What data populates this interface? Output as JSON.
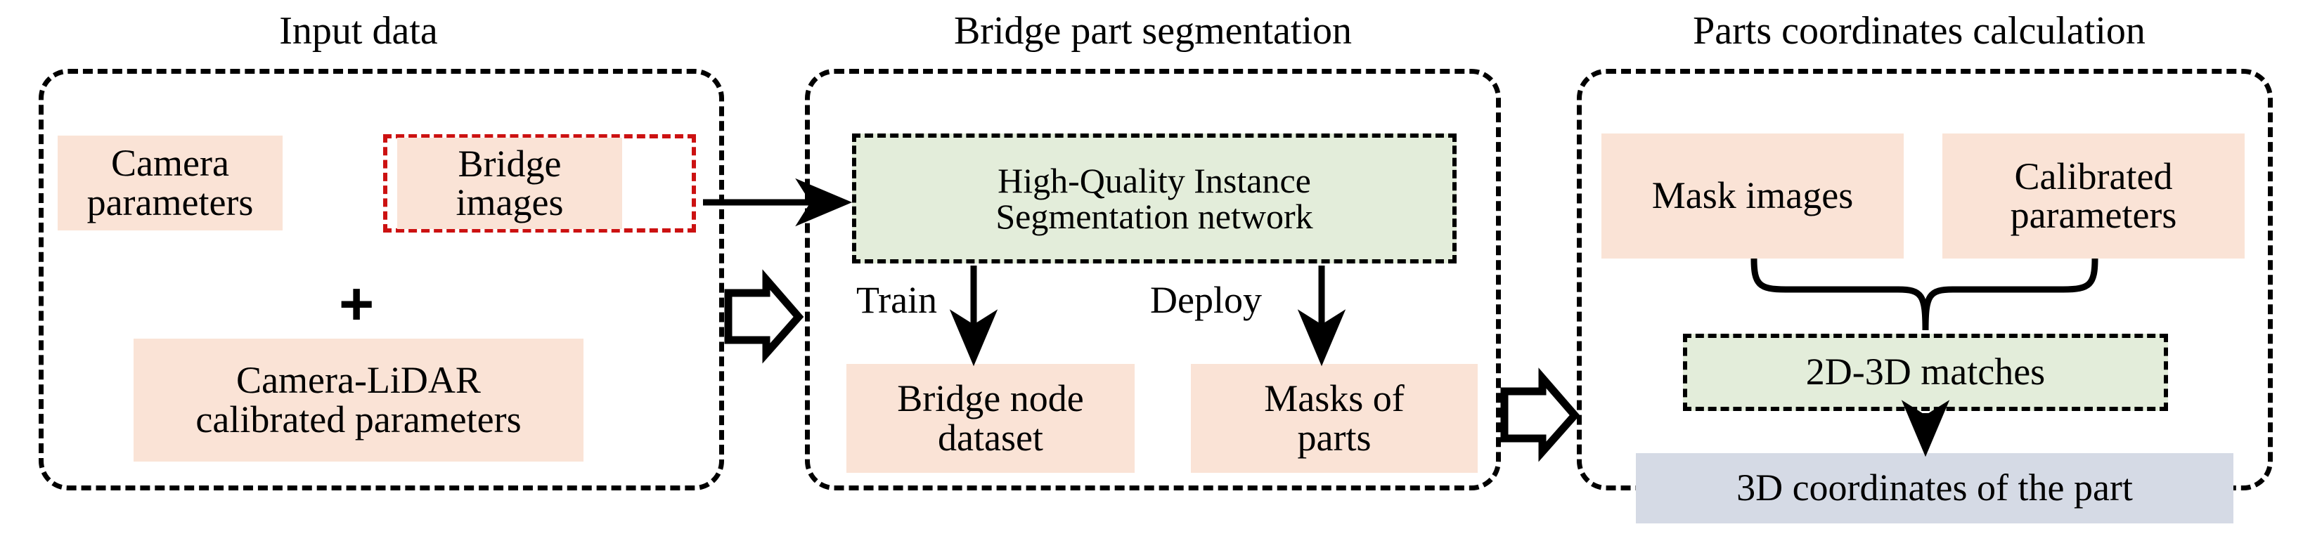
{
  "figure": {
    "type": "flowchart",
    "background": "#ffffff",
    "colors": {
      "peach_box": "#fae3d6",
      "green_box": "#e3edda",
      "bluegray_box": "#d5dae5",
      "panel_border": "#000000",
      "highlight_border": "#cc1111",
      "arrow": "#000000"
    }
  },
  "panels": [
    {
      "id": "input-data",
      "title": "Input data",
      "boxes": [
        {
          "id": "camera-parameters",
          "label": "Camera\nparameters",
          "style": "peach"
        },
        {
          "id": "bridge-images",
          "label": "Bridge\nimages",
          "style": "peach",
          "highlighted": true
        },
        {
          "id": "camera-lidar-calibrated-parameters",
          "label": "Camera-LiDAR\ncalibrated parameters",
          "style": "peach"
        }
      ],
      "operators": [
        {
          "id": "plus",
          "symbol": "+"
        }
      ]
    },
    {
      "id": "bridge-part-segmentation",
      "title": "Bridge part segmentation",
      "boxes": [
        {
          "id": "hq-instance-segmentation-network",
          "label": "High-Quality Instance\nSegmentation network",
          "style": "green",
          "border": "dashed"
        },
        {
          "id": "bridge-node-dataset",
          "label": "Bridge node\ndataset",
          "style": "peach"
        },
        {
          "id": "masks-of-parts",
          "label": "Masks of\nparts",
          "style": "peach"
        }
      ],
      "edge_labels": [
        {
          "id": "train",
          "label": "Train"
        },
        {
          "id": "deploy",
          "label": "Deploy"
        }
      ]
    },
    {
      "id": "parts-coordinates-calculation",
      "title": "Parts coordinates calculation",
      "boxes": [
        {
          "id": "mask-images",
          "label": "Mask images",
          "style": "peach"
        },
        {
          "id": "calibrated-parameters",
          "label": "Calibrated\nparameters",
          "style": "peach"
        },
        {
          "id": "2d-3d-matches",
          "label": "2D-3D matches",
          "style": "green",
          "border": "dashed"
        },
        {
          "id": "3d-coordinates-of-the-part",
          "label": "3D coordinates of the part",
          "style": "bluegray"
        }
      ]
    }
  ],
  "texts": {
    "title_input": "Input data",
    "title_segmentation": "Bridge part segmentation",
    "title_coordinates": "Parts coordinates calculation",
    "camera_parameters_l1": "Camera",
    "camera_parameters_l2": "parameters",
    "bridge_images_l1": "Bridge",
    "bridge_images_l2": "images",
    "camera_lidar_l1": "Camera-LiDAR",
    "camera_lidar_l2": "calibrated parameters",
    "plus": "+",
    "network_l1": "High-Quality Instance",
    "network_l2": "Segmentation network",
    "train": "Train",
    "deploy": "Deploy",
    "bridge_node_l1": "Bridge node",
    "bridge_node_l2": "dataset",
    "masks_l1": "Masks of",
    "masks_l2": "parts",
    "mask_images": "Mask images",
    "calibrated_l1": "Calibrated",
    "calibrated_l2": "parameters",
    "matches": "2D-3D matches",
    "coords3d": "3D coordinates of the part"
  },
  "connectors": [
    {
      "id": "bridge-images-to-network",
      "kind": "arrow-right"
    },
    {
      "id": "input-to-segmentation",
      "kind": "block-arrow-right"
    },
    {
      "id": "network-to-bridge-node-dataset",
      "kind": "arrow-down",
      "label": "Train"
    },
    {
      "id": "network-to-masks-of-parts",
      "kind": "arrow-down",
      "label": "Deploy"
    },
    {
      "id": "segmentation-to-coordinates",
      "kind": "block-arrow-right"
    },
    {
      "id": "inputs-to-matches",
      "kind": "brace-down"
    },
    {
      "id": "matches-to-3d-coordinates",
      "kind": "arrow-down"
    }
  ]
}
